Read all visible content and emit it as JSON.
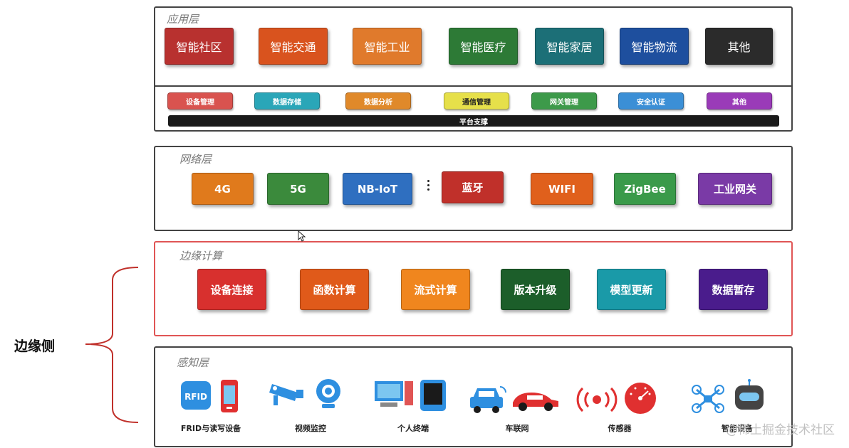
{
  "application_layer": {
    "title": "应用层",
    "apps": [
      {
        "label": "智能社区",
        "color": "#b8312f"
      },
      {
        "label": "智能交通",
        "color": "#d9531e"
      },
      {
        "label": "智能工业",
        "color": "#e07a2c"
      },
      {
        "label": "智能医疗",
        "color": "#2d7a36"
      },
      {
        "label": "智能家居",
        "color": "#1c6f77"
      },
      {
        "label": "智能物流",
        "color": "#1e4f9e"
      },
      {
        "label": "其他",
        "color": "#2b2b2b"
      }
    ],
    "services": [
      {
        "label": "设备管理",
        "color": "#d9534f"
      },
      {
        "label": "数据存储",
        "color": "#2aa6b8"
      },
      {
        "label": "数据分析",
        "color": "#e0892a"
      },
      {
        "label": "通信管理",
        "color": "#e6e04a",
        "text": "#222"
      },
      {
        "label": "网关管理",
        "color": "#3d9a4a"
      },
      {
        "label": "安全认证",
        "color": "#3b8fd6"
      },
      {
        "label": "其他",
        "color": "#9a3bb8"
      }
    ],
    "platform": "平台支撑"
  },
  "network_layer": {
    "title": "网络层",
    "items": [
      {
        "label": "4G",
        "color": "#e07a1c"
      },
      {
        "label": "5G",
        "color": "#3b8a3c"
      },
      {
        "label": "NB-IoT",
        "color": "#2f6fc0"
      },
      {
        "label": "蓝牙",
        "color": "#c0302a"
      },
      {
        "label": "WIFI",
        "color": "#e0601c"
      },
      {
        "label": "ZigBee",
        "color": "#3a9a4a"
      },
      {
        "label": "工业网关",
        "color": "#7a3aa6"
      }
    ]
  },
  "edge_layer": {
    "title": "边缘计算",
    "items": [
      {
        "label": "设备连接",
        "color": "#d8302e"
      },
      {
        "label": "函数计算",
        "color": "#e05a1a"
      },
      {
        "label": "流式计算",
        "color": "#f0861e"
      },
      {
        "label": "版本升级",
        "color": "#1c5e2a"
      },
      {
        "label": "模型更新",
        "color": "#1a9aa8"
      },
      {
        "label": "数据暂存",
        "color": "#4a1c8c"
      }
    ]
  },
  "perception_layer": {
    "title": "感知层",
    "items": [
      {
        "label": "FRID与读写设备"
      },
      {
        "label": "视频监控"
      },
      {
        "label": "个人终端"
      },
      {
        "label": "车联网"
      },
      {
        "label": "传感器"
      },
      {
        "label": "智能设备"
      }
    ]
  },
  "side_label": "边缘侧",
  "icon_text": {
    "rfid": "RFID"
  },
  "watermark": "@稀土掘金技术社区",
  "colors": {
    "edge_border": "#e05555",
    "bracket": "#c0302a",
    "icon_blue": "#2e8fe0",
    "icon_red": "#e03030"
  }
}
